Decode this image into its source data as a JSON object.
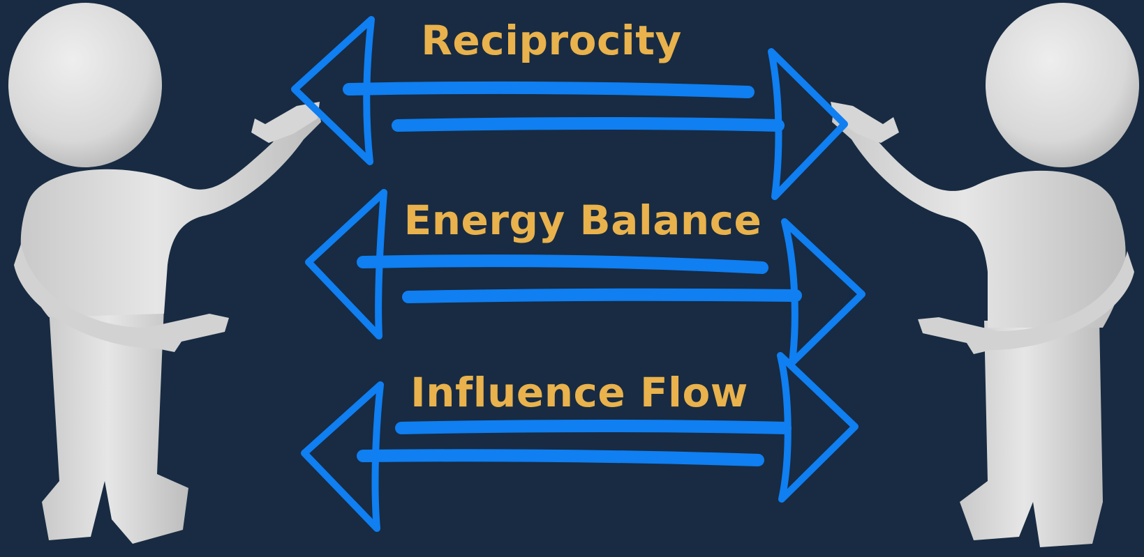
{
  "labels": [
    "Reciprocity",
    "Energy Balance",
    "Influence Flow"
  ],
  "colors": {
    "background": "#182b42",
    "arrow": "#0f7ff2",
    "label": "#e9b24c",
    "figure": "#dcdcdc",
    "figure_shadow": "#b9b9b9"
  }
}
